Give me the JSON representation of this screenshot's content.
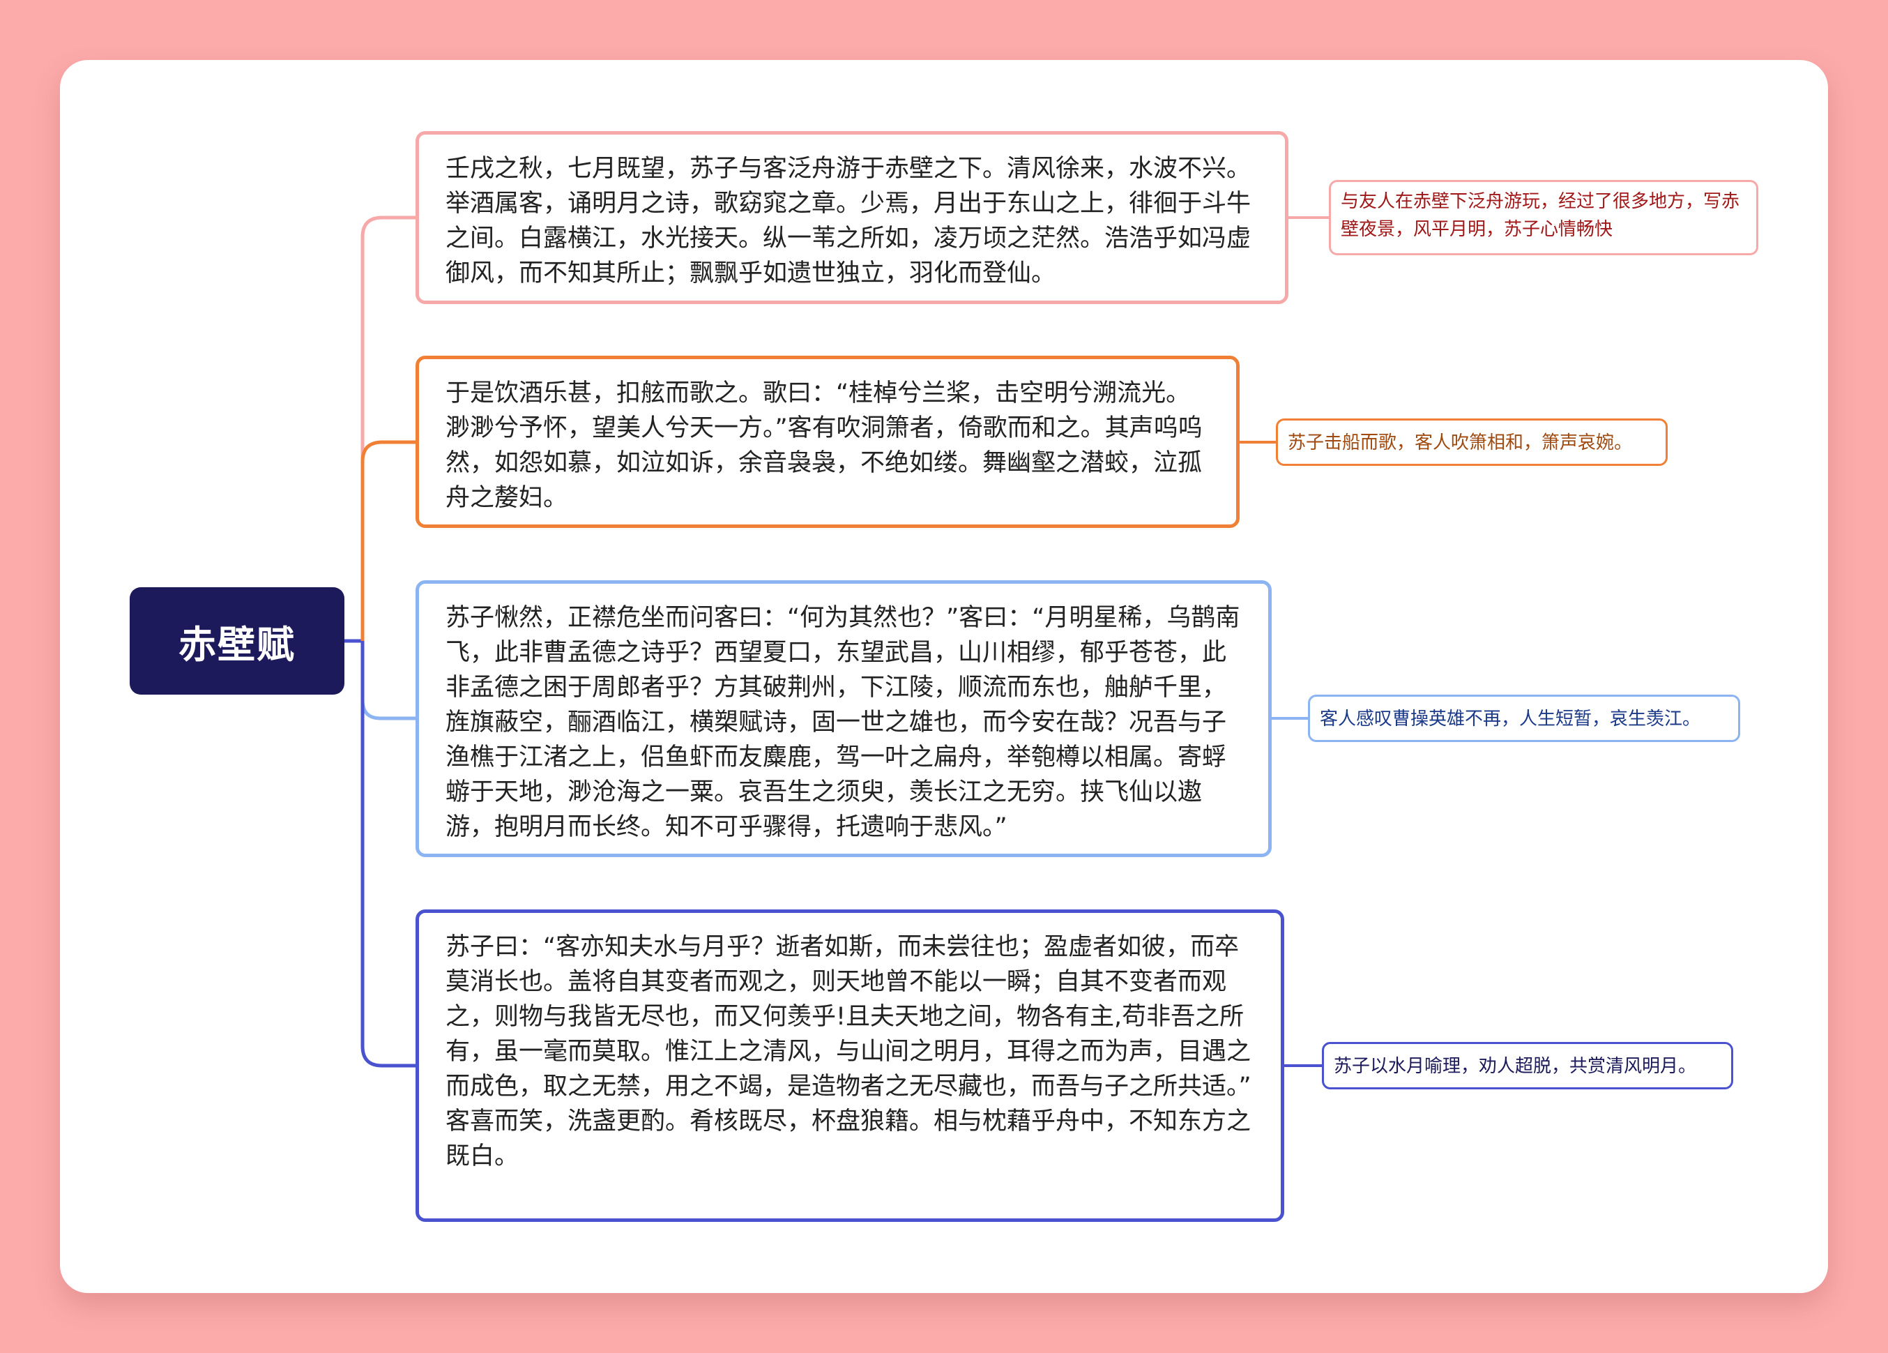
{
  "root": {
    "title": "赤壁赋"
  },
  "topics": [
    {
      "text": "壬戌之秋，七月既望，苏子与客泛舟游于赤壁之下。清风徐来，水波不兴。举酒属客，诵明月之诗，歌窈窕之章。少焉，月出于东山之上，徘徊于斗牛之间。白露横江，水光接天。纵一苇之所如，凌万顷之茫然。浩浩乎如冯虚御风，而不知其所止；飘飘乎如遗世独立，羽化而登仙。",
      "note": "与友人在赤壁下泛舟游玩，经过了很多地方，写赤壁夜景，风平月明，苏子心情畅快",
      "color": "#f7a8a8"
    },
    {
      "text": "于是饮酒乐甚，扣舷而歌之。歌曰：“桂棹兮兰桨，击空明兮溯流光。渺渺兮予怀，望美人兮天一方。”客有吹洞箫者，倚歌而和之。其声呜呜然，如怨如慕，如泣如诉，余音袅袅，不绝如缕。舞幽壑之潜蛟，泣孤舟之嫠妇。",
      "note": "苏子击船而歌，客人吹箫相和，箫声哀婉。",
      "color": "#f08035"
    },
    {
      "text": "苏子愀然，正襟危坐而问客曰：“何为其然也？”客曰：“月明星稀，乌鹊南飞，此非曹孟德之诗乎？西望夏口，东望武昌，山川相缪，郁乎苍苍，此非孟德之困于周郎者乎？方其破荆州，下江陵，顺流而东也，舳舻千里，旌旗蔽空，酾酒临江，横槊赋诗，固一世之雄也，而今安在哉？况吾与子渔樵于江渚之上，侣鱼虾而友麋鹿，驾一叶之扁舟，举匏樽以相属。寄蜉蝣于天地，渺沧海之一粟。哀吾生之须臾，羡长江之无穷。挟飞仙以遨游，抱明月而长终。知不可乎骤得，托遗响于悲风。”",
      "note": "客人感叹曹操英雄不再，人生短暂，哀生羡江。",
      "color": "#8cb4f2"
    },
    {
      "text": "苏子曰：“客亦知夫水与月乎？逝者如斯，而未尝往也；盈虚者如彼，而卒莫消长也。盖将自其变者而观之，则天地曾不能以一瞬；自其不变者而观之，则物与我皆无尽也，而又何羡乎!且夫天地之间，物各有主,苟非吾之所有，虽一毫而莫取。惟江上之清风，与山间之明月，耳得之而为声，目遇之而成色，取之无禁，用之不竭，是造物者之无尽藏也，而吾与子之所共适。”\n客喜而笑，洗盏更酌。肴核既尽，杯盘狼籍。相与枕藉乎舟中，不知东方之既白。",
      "note": "苏子以水月喻理，劝人超脱，共赏清风明月。",
      "color": "#4a52cf"
    }
  ],
  "colors": {
    "background": "#fcaaaa",
    "root": "#1c1a5a"
  }
}
